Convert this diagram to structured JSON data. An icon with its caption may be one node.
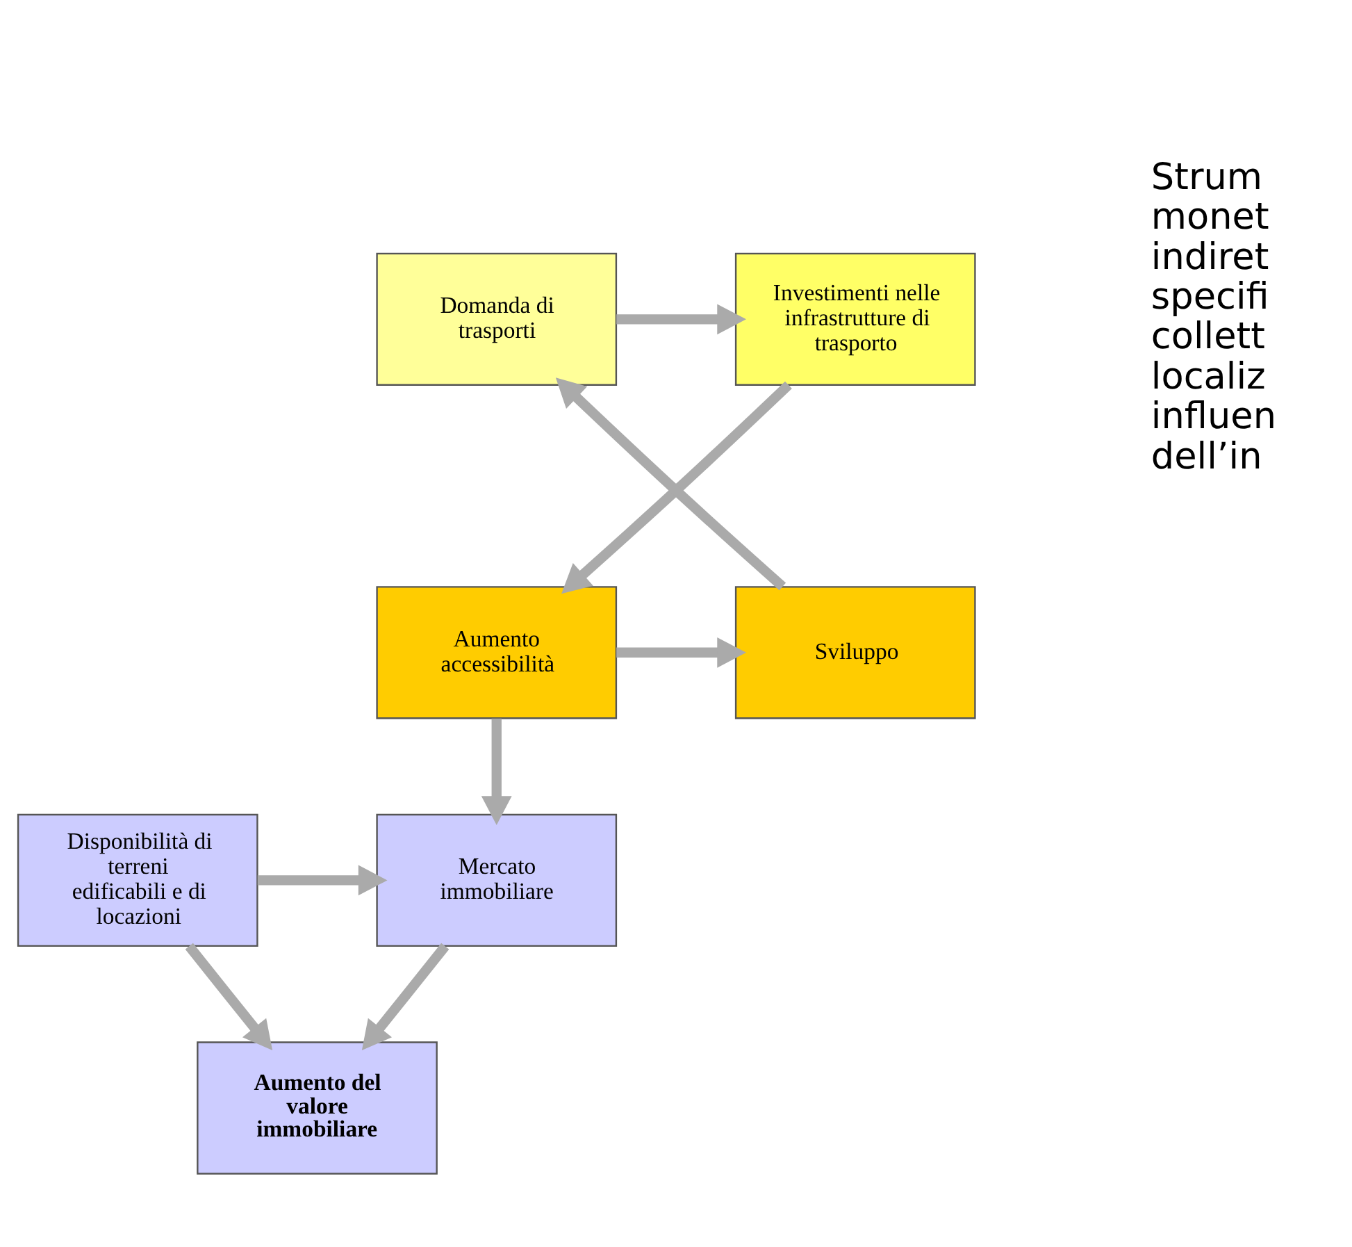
{
  "diagram": {
    "nodes": [
      {
        "text": [
          "Investimenti nelle infrastrutture di trasporto"
        ]
      },
      {
        "text": [
          "Domanda di trasporti"
        ]
      },
      {
        "text": [
          "Sviluppo"
        ]
      },
      {
        "text": [
          "Aumento accessibilità"
        ]
      },
      {
        "text": [
          "Mercato immobiliare"
        ]
      },
      {
        "text": [
          "Disponibilità di terreni edificabili e di locazioni"
        ]
      },
      {
        "text": [
          "Aumento del valore immobiliare"
        ]
      }
    ],
    "edges": [
      {
        "from": 1,
        "to": 0,
        "arrow": "to"
      },
      {
        "from": 0,
        "to": 3,
        "arrow": "to"
      },
      {
        "from": 3,
        "to": 2,
        "arrow": "to"
      },
      {
        "from": 2,
        "to": 1,
        "arrow": "to"
      },
      {
        "from": 3,
        "to": 4,
        "arrow": "to"
      },
      {
        "from": 5,
        "to": 4,
        "arrow": "to"
      },
      {
        "from": 4,
        "to": 6,
        "arrow": "to"
      },
      {
        "from": 5,
        "to": 6,
        "arrow": "to"
      }
    ],
    "labels": [
      "Strum monet indiret specifi collett localiz influen dell’in"
    ]
  }
}
